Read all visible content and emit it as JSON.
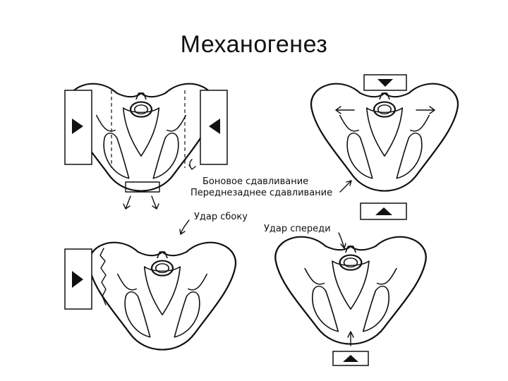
{
  "slide": {
    "title": "Механогенез"
  },
  "labels": {
    "lateral_compression": "Боновое сдавливание",
    "ap_compression": "Переднезаднее сдавливание",
    "side_impact": "Удар сбоку",
    "front_impact": "Удар спереди"
  }
}
